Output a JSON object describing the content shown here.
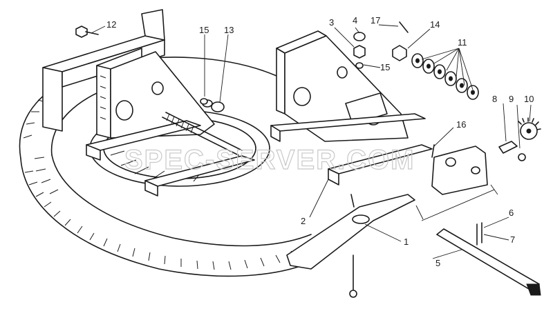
{
  "watermark": "SPEC-SERVER.COM",
  "callouts": [
    {
      "id": "callout-1",
      "text": "1"
    },
    {
      "id": "callout-2",
      "text": "2"
    },
    {
      "id": "callout-3",
      "text": "3"
    },
    {
      "id": "callout-4",
      "text": "4"
    },
    {
      "id": "callout-5",
      "text": "5"
    },
    {
      "id": "callout-6",
      "text": "6"
    },
    {
      "id": "callout-7",
      "text": "7"
    },
    {
      "id": "callout-8",
      "text": "8"
    },
    {
      "id": "callout-9",
      "text": "9"
    },
    {
      "id": "callout-10",
      "text": "10"
    },
    {
      "id": "callout-11",
      "text": "11"
    },
    {
      "id": "callout-12",
      "text": "12"
    },
    {
      "id": "callout-13",
      "text": "13"
    },
    {
      "id": "callout-14",
      "text": "14"
    },
    {
      "id": "callout-15a",
      "text": "15"
    },
    {
      "id": "callout-15b",
      "text": "15"
    },
    {
      "id": "callout-16",
      "text": "16"
    },
    {
      "id": "callout-17",
      "text": "17"
    }
  ]
}
